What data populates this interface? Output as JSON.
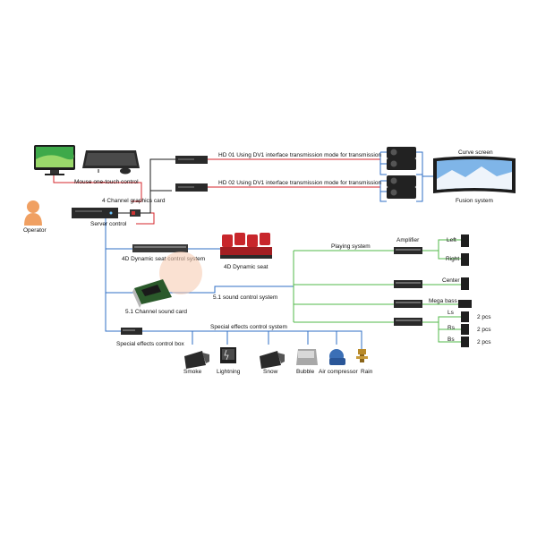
{
  "colors": {
    "red_line": "#d6262b",
    "blue_line": "#2f6fc6",
    "green_line": "#52b848",
    "black_line": "#1a1a1a",
    "seat_red": "#c8262b"
  },
  "labels": {
    "mouse_control": "Mouse one-touch control",
    "graphics_card": "4 Channel graphics card",
    "server_control": "Server control",
    "operator": "Operator",
    "hd01": "HD 01 Using DV1 interface transmission mode for transmission",
    "hd02": "HD 02 Using DV1 interface transmission mode for transmission",
    "curve_screen": "Curve screen",
    "fusion_system": "Fusion system",
    "seat_control": "4D Dynamic seat control system",
    "dynamic_seat": "4D Dynamic seat",
    "sound_control": "5.1 sound control system",
    "sound_card": "5.1 Channel sound card",
    "playing_system": "Playing system",
    "amplifier": "Amplifier",
    "left": "Left",
    "right": "Right",
    "center": "Center",
    "mega_bass": "Mega bass",
    "ls": "Ls",
    "rs": "Rs",
    "bs": "Bs",
    "qty_ls": "2 pcs",
    "qty_rs": "2 pcs",
    "qty_bs": "2 pcs",
    "effects_control": "Special effects control system",
    "effects_box": "Special effects control box",
    "smoke": "Smoke",
    "lightning": "Lightning",
    "snow": "Snow",
    "bubble": "Bubble",
    "air_compressor": "Air compressor",
    "rain": "Rain"
  }
}
